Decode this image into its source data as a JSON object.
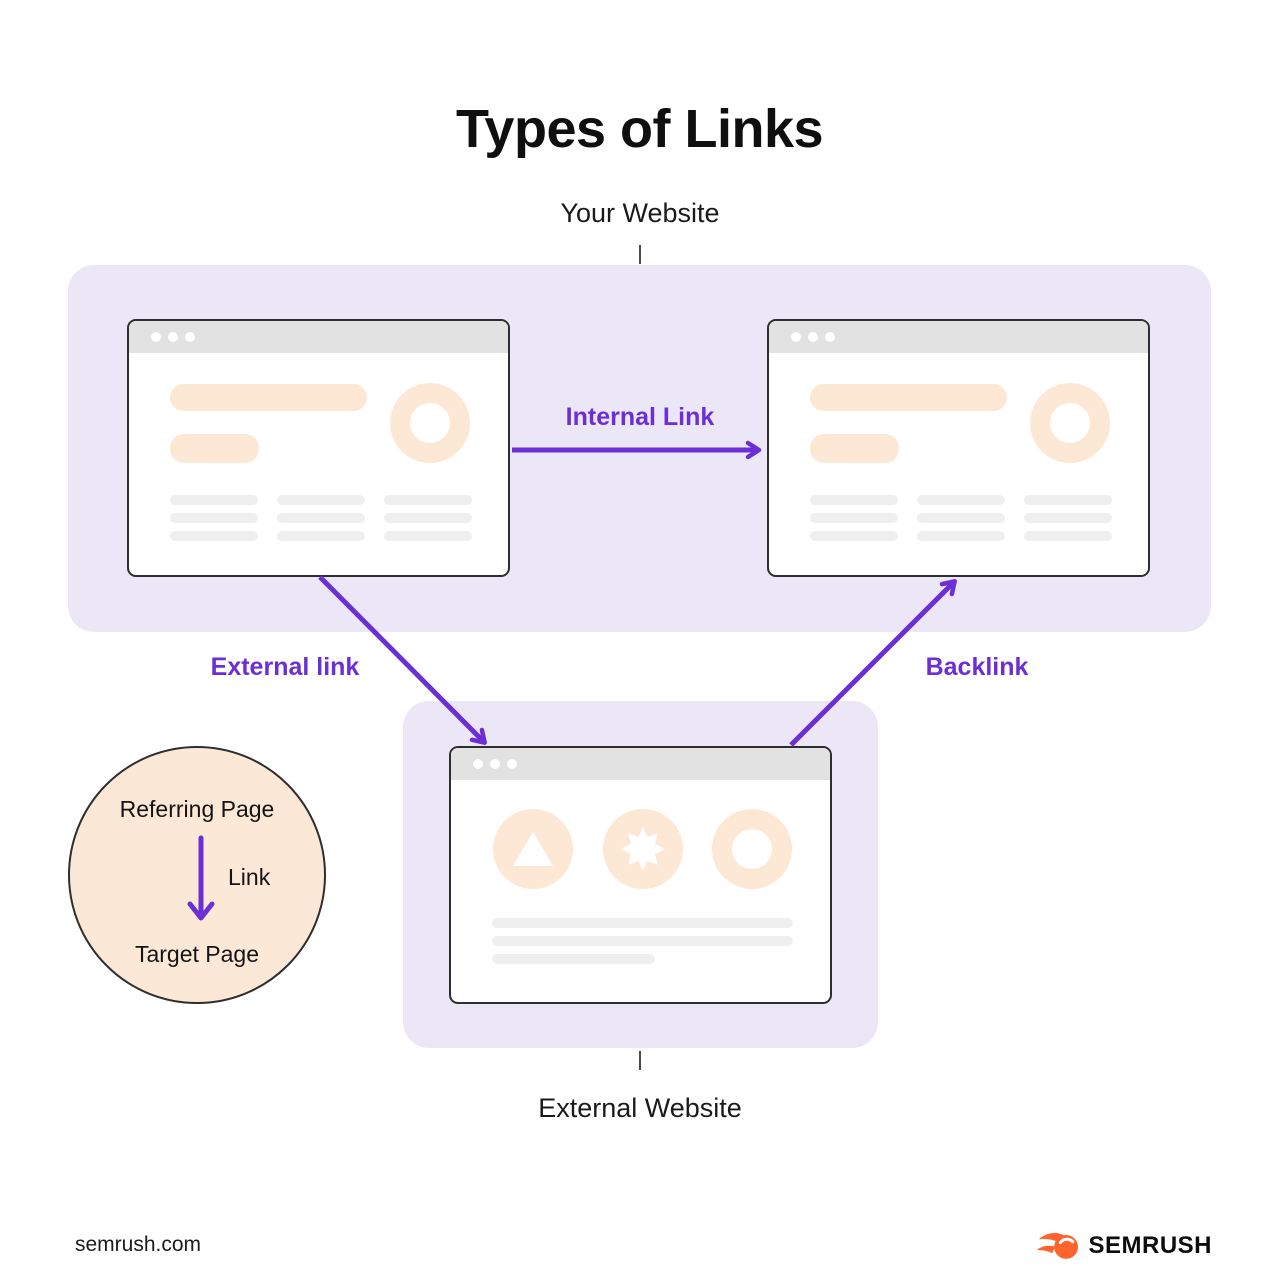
{
  "title": "Types of Links",
  "sections": {
    "your_website": {
      "label": "Your Website"
    },
    "external_website": {
      "label": "External Website"
    }
  },
  "links": {
    "internal": "Internal Link",
    "external": "External link",
    "backlink": "Backlink"
  },
  "legend": {
    "referring": "Referring Page",
    "link": "Link",
    "target": "Target Page"
  },
  "footer": {
    "site": "semrush.com",
    "brand": "SEMRUSH"
  },
  "icons": {
    "window_dots": "● ● ●",
    "external_icon_1": "triangle",
    "external_icon_2": "star",
    "external_icon_3": "circle",
    "brand_icon": "semrush-flame-ball"
  },
  "colors": {
    "accent_purple": "#6C2FD6",
    "panel_lavender": "#ECE7F6",
    "placeholder_peach": "#FCE8D5",
    "placeholder_gray": "#EFEFEF",
    "titlebar_gray": "#E2E2E2",
    "window_border": "#2E2E2E",
    "text_black": "#151515",
    "brand_orange": "#FF642D"
  }
}
